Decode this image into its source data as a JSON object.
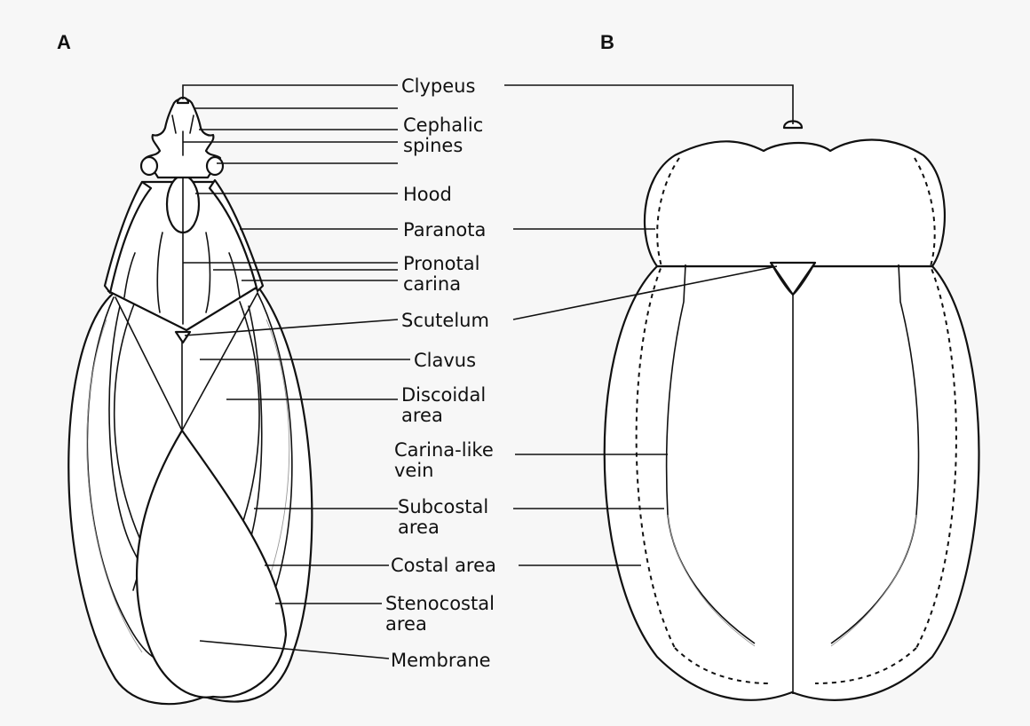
{
  "panels": {
    "a": "A",
    "b": "B"
  },
  "labels": {
    "clypeus": "Clypeus",
    "cephalic_1": "Cephalic",
    "cephalic_2": "spines",
    "hood": "Hood",
    "paranota": "Paranota",
    "pronotal_1": "Pronotal",
    "pronotal_2": "carina",
    "scutelum": "Scutelum",
    "clavus": "Clavus",
    "discoidal_1": "Discoidal",
    "discoidal_2": "area",
    "carina_vein_1": "Carina-like",
    "carina_vein_2": "vein",
    "subcostal_1": "Subcostal",
    "subcostal_2": "area",
    "costal": "Costal area",
    "stenocostal_1": "Stenocostal",
    "stenocostal_2": "area",
    "membrane": "Membrane"
  },
  "colors": {
    "ink": "#111111",
    "paper": "#ffffff",
    "background": "#f7f7f7",
    "faint_vein": "#999999"
  }
}
